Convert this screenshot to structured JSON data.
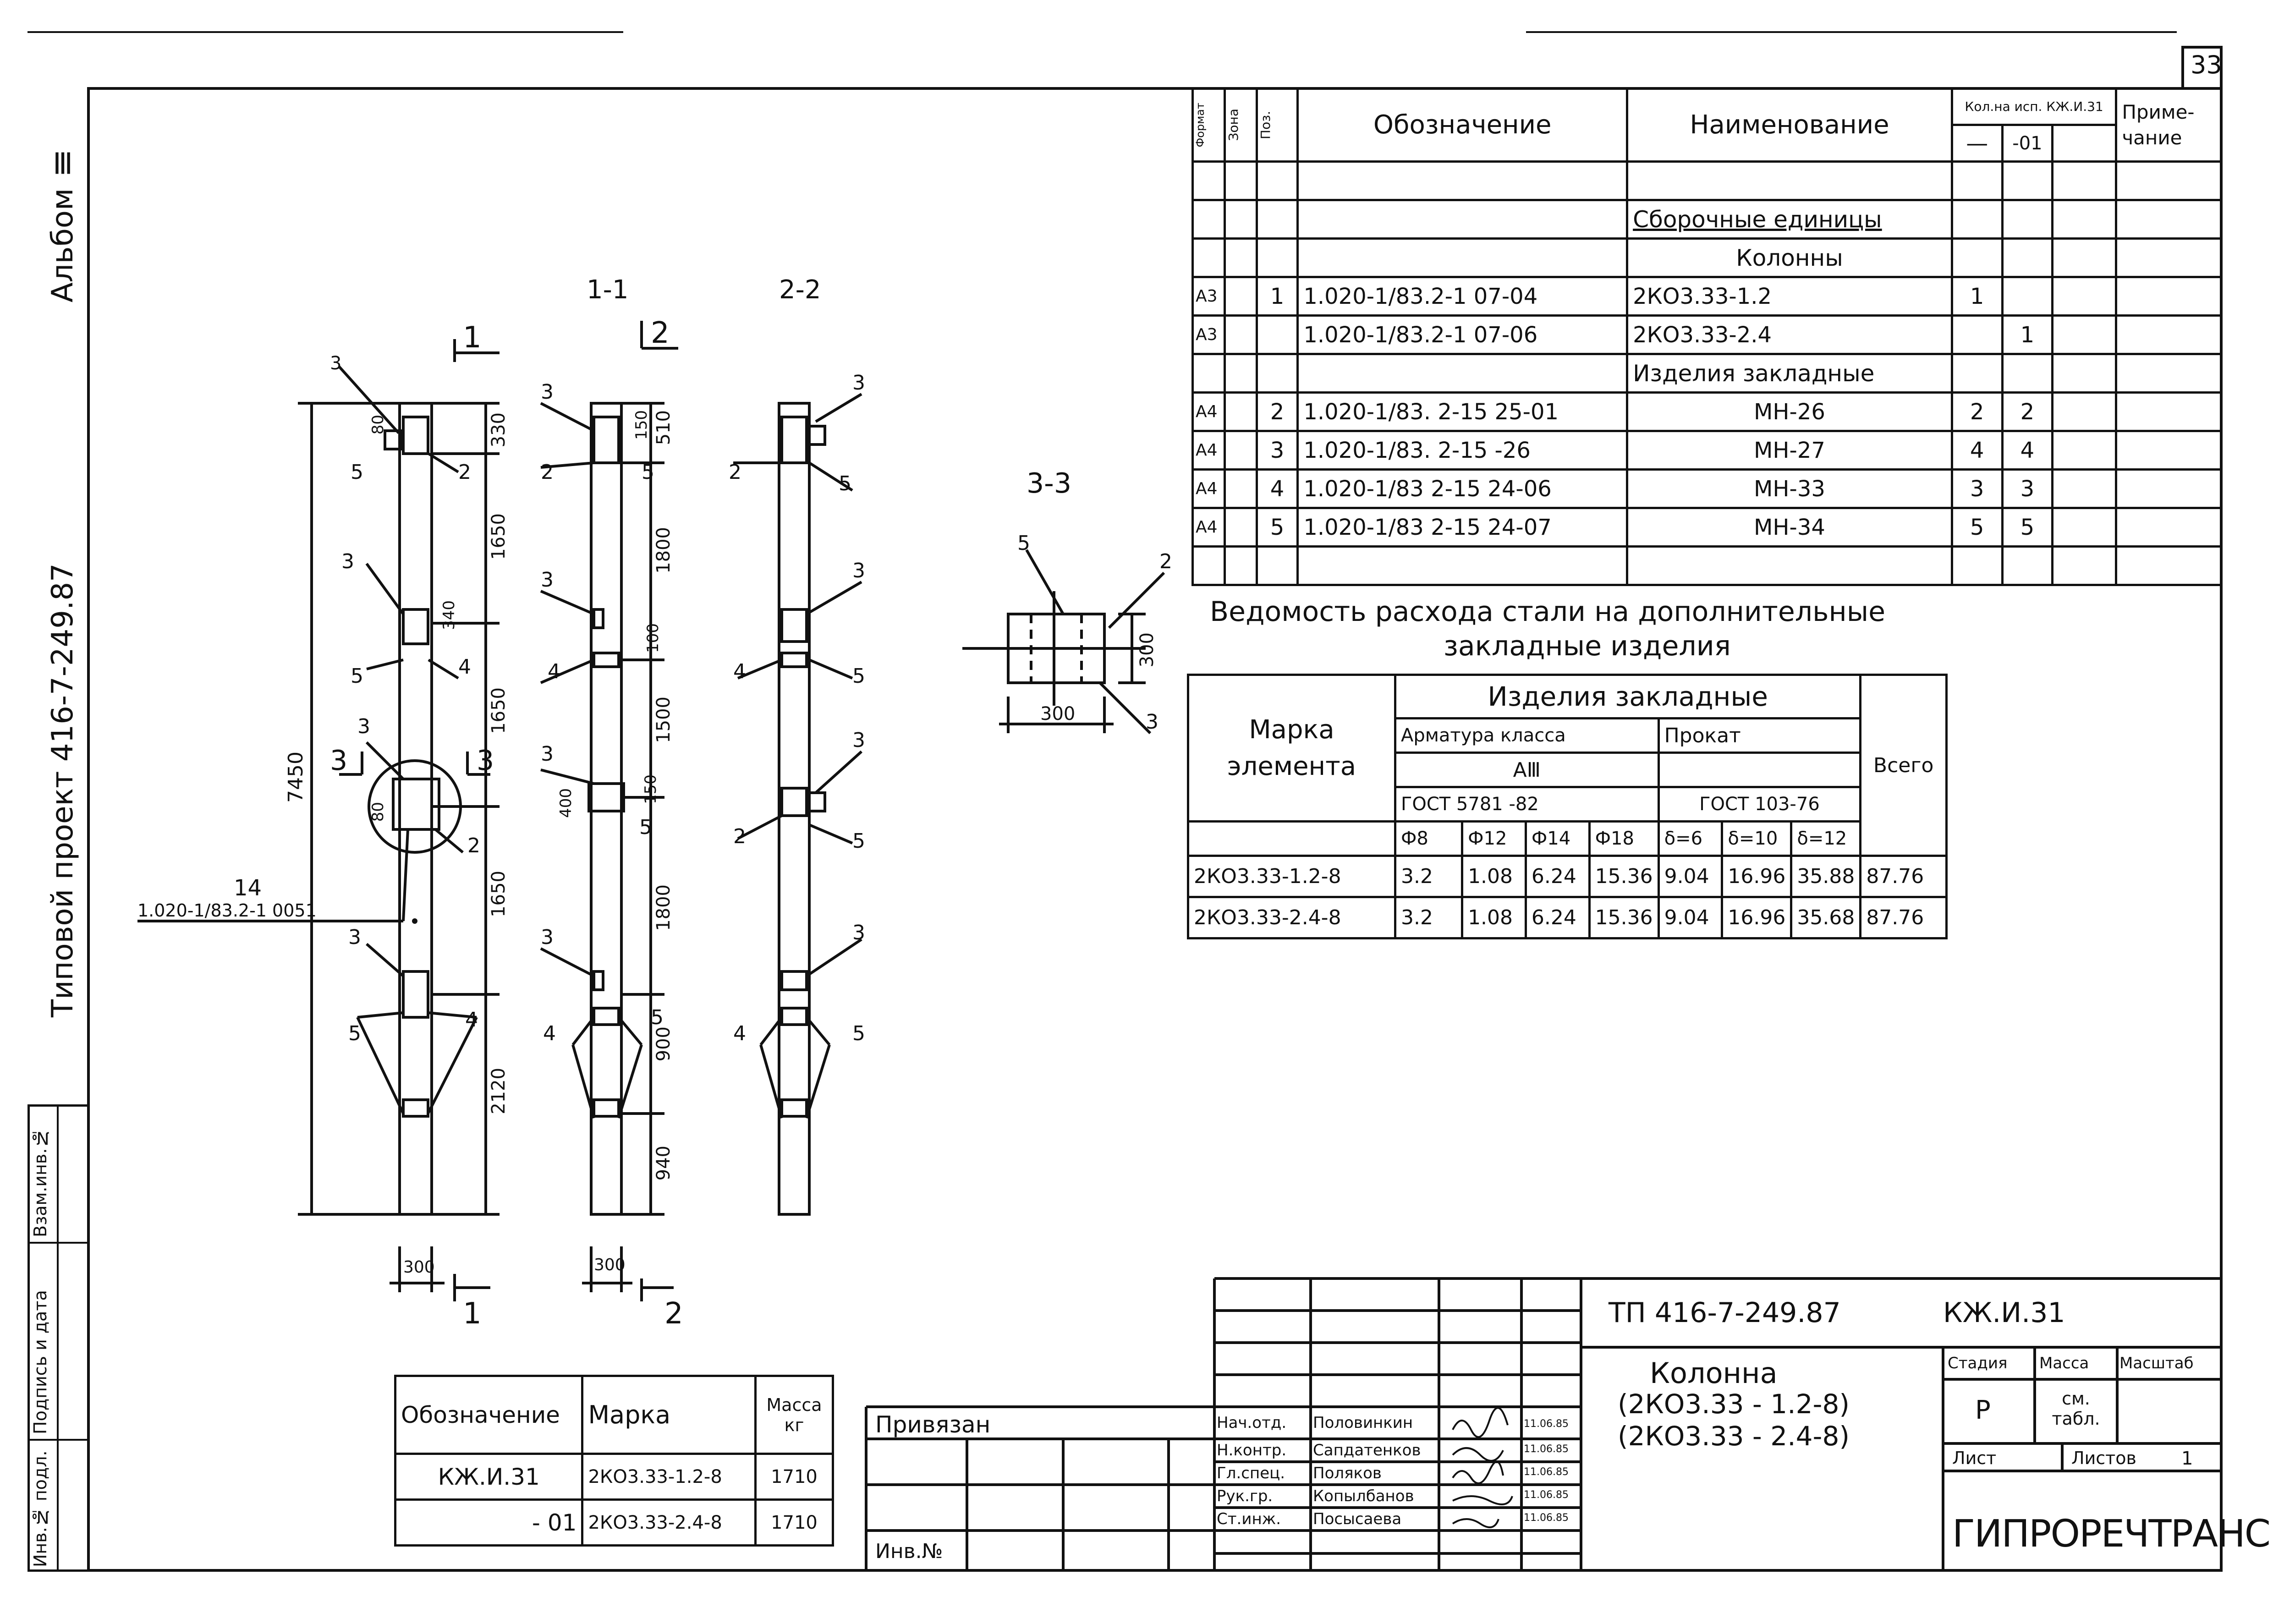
{
  "sheet_number": "33",
  "left_margin": {
    "album": "Альбом Ⅲ",
    "project": "Типовой проект 416-7-249.87",
    "stamps": [
      "Взам.инв.№",
      "Подпись и дата",
      "Инв.№ подл."
    ]
  },
  "sections": {
    "s11": "1-1",
    "s22": "2-2",
    "s33": "3-3",
    "cut1": "1",
    "cut2": "2",
    "cut3": "3"
  },
  "dims": {
    "total": "7450",
    "d330": "330",
    "d1650a": "1650",
    "d1650b": "1650",
    "d1650c": "1650",
    "d2120": "2120",
    "d150": "150",
    "d510": "510",
    "d1800a": "1800",
    "d1500": "1500",
    "d1800b": "1800",
    "d900": "900",
    "d940": "940",
    "d80a": "80",
    "d80b": "80",
    "d100": "100",
    "d400": "400",
    "d340": "340",
    "w300a": "300",
    "w300b": "300",
    "w300c": "300",
    "h300": "300"
  },
  "callout": {
    "num": "14",
    "ref": "1.020-1/83.2-1 0051"
  },
  "spec": {
    "headers": {
      "format": "Формат",
      "zone": "Зона",
      "pos": "Поз.",
      "designation": "Обозначение",
      "name": "Наименование",
      "qty": "Кол.на исп. КЖ.И.31",
      "qty_a": "—",
      "qty_b": "-01",
      "note": "Приме-чание"
    },
    "group1": "Сборочные единицы",
    "group1b": "Колонны",
    "group2": "Изделия закладные",
    "rows": [
      {
        "f": "А3",
        "p": "1",
        "d": "1.020-1/83.2-1 07-04",
        "n": "2КО3.33-1.2",
        "q1": "1",
        "q2": ""
      },
      {
        "f": "А3",
        "p": "",
        "d": "1.020-1/83.2-1 07-06",
        "n": "2КО3.33-2.4",
        "q1": "",
        "q2": "1"
      },
      {
        "f": "А4",
        "p": "2",
        "d": "1.020-1/83. 2-15 25-01",
        "n": "МН-26",
        "q1": "2",
        "q2": "2"
      },
      {
        "f": "А4",
        "p": "3",
        "d": "1.020-1/83. 2-15 -26",
        "n": "МН-27",
        "q1": "4",
        "q2": "4"
      },
      {
        "f": "А4",
        "p": "4",
        "d": "1.020-1/83 2-15 24-06",
        "n": "МН-33",
        "q1": "3",
        "q2": "3"
      },
      {
        "f": "А4",
        "p": "5",
        "d": "1.020-1/83 2-15 24-07",
        "n": "МН-34",
        "q1": "5",
        "q2": "5"
      }
    ]
  },
  "steel": {
    "title1": "Ведомость расхода стали на дополнительные",
    "title2": "закладные изделия",
    "h_mark": "Марка элемента",
    "h_items": "Изделия закладные",
    "h_rebar": "Арматура класса",
    "h_rebar_cls": "АⅢ",
    "h_rebar_gost": "ГОСТ 5781 -82",
    "h_rolled": "Прокат",
    "h_rolled_gost": "ГОСТ 103-76",
    "h_total": "Всего",
    "cols": [
      "Ф8",
      "Ф12",
      "Ф14",
      "Ф18",
      "δ=6",
      "δ=10",
      "δ=12"
    ],
    "rows": [
      {
        "mark": "2КО3.33-1.2-8",
        "v": [
          "3.2",
          "1.08",
          "6.24",
          "15.36",
          "9.04",
          "16.96",
          "35.88"
        ],
        "total": "87.76"
      },
      {
        "mark": "2КО3.33-2.4-8",
        "v": [
          "3.2",
          "1.08",
          "6.24",
          "15.36",
          "9.04",
          "16.96",
          "35.68"
        ],
        "total": "87.76"
      }
    ]
  },
  "marks_table": {
    "h": [
      "Обозначение",
      "Марка",
      "Масса кг"
    ],
    "rows": [
      [
        "КЖ.И.31",
        "2КО3.33-1.2-8",
        "1710"
      ],
      [
        "- 01",
        "2КО3.33-2.4-8",
        "1710"
      ]
    ]
  },
  "privyazan": "Привязан",
  "inv": "Инв.№",
  "title_block": {
    "code": "ТП 416-7-249.87",
    "sheet_code": "КЖ.И.31",
    "name1": "Колонна",
    "name2": "(2КО3.33 - 1.2-8)",
    "name3": "(2КО3.33 - 2.4-8)",
    "stage_h": "Стадия",
    "mass_h": "Масса",
    "scale_h": "Масштаб",
    "stage": "Р",
    "mass": "см. табл.",
    "sheet_h": "Лист",
    "sheets_h": "Листов",
    "sheets": "1",
    "org": "ГИПРОРЕЧТРАНС",
    "roles": [
      {
        "role": "Нач.отд.",
        "name": "Половинкин",
        "date": "11.06.85"
      },
      {
        "role": "Н.контр.",
        "name": "Сапдатенков",
        "date": "11.06.85"
      },
      {
        "role": "Гл.спец.",
        "name": "Поляков",
        "date": "11.06.85"
      },
      {
        "role": "Рук.гр.",
        "name": "Копылбанов",
        "date": "11.06.85"
      },
      {
        "role": "Ст.инж.",
        "name": "Посысаева",
        "date": "11.06.85"
      }
    ]
  }
}
